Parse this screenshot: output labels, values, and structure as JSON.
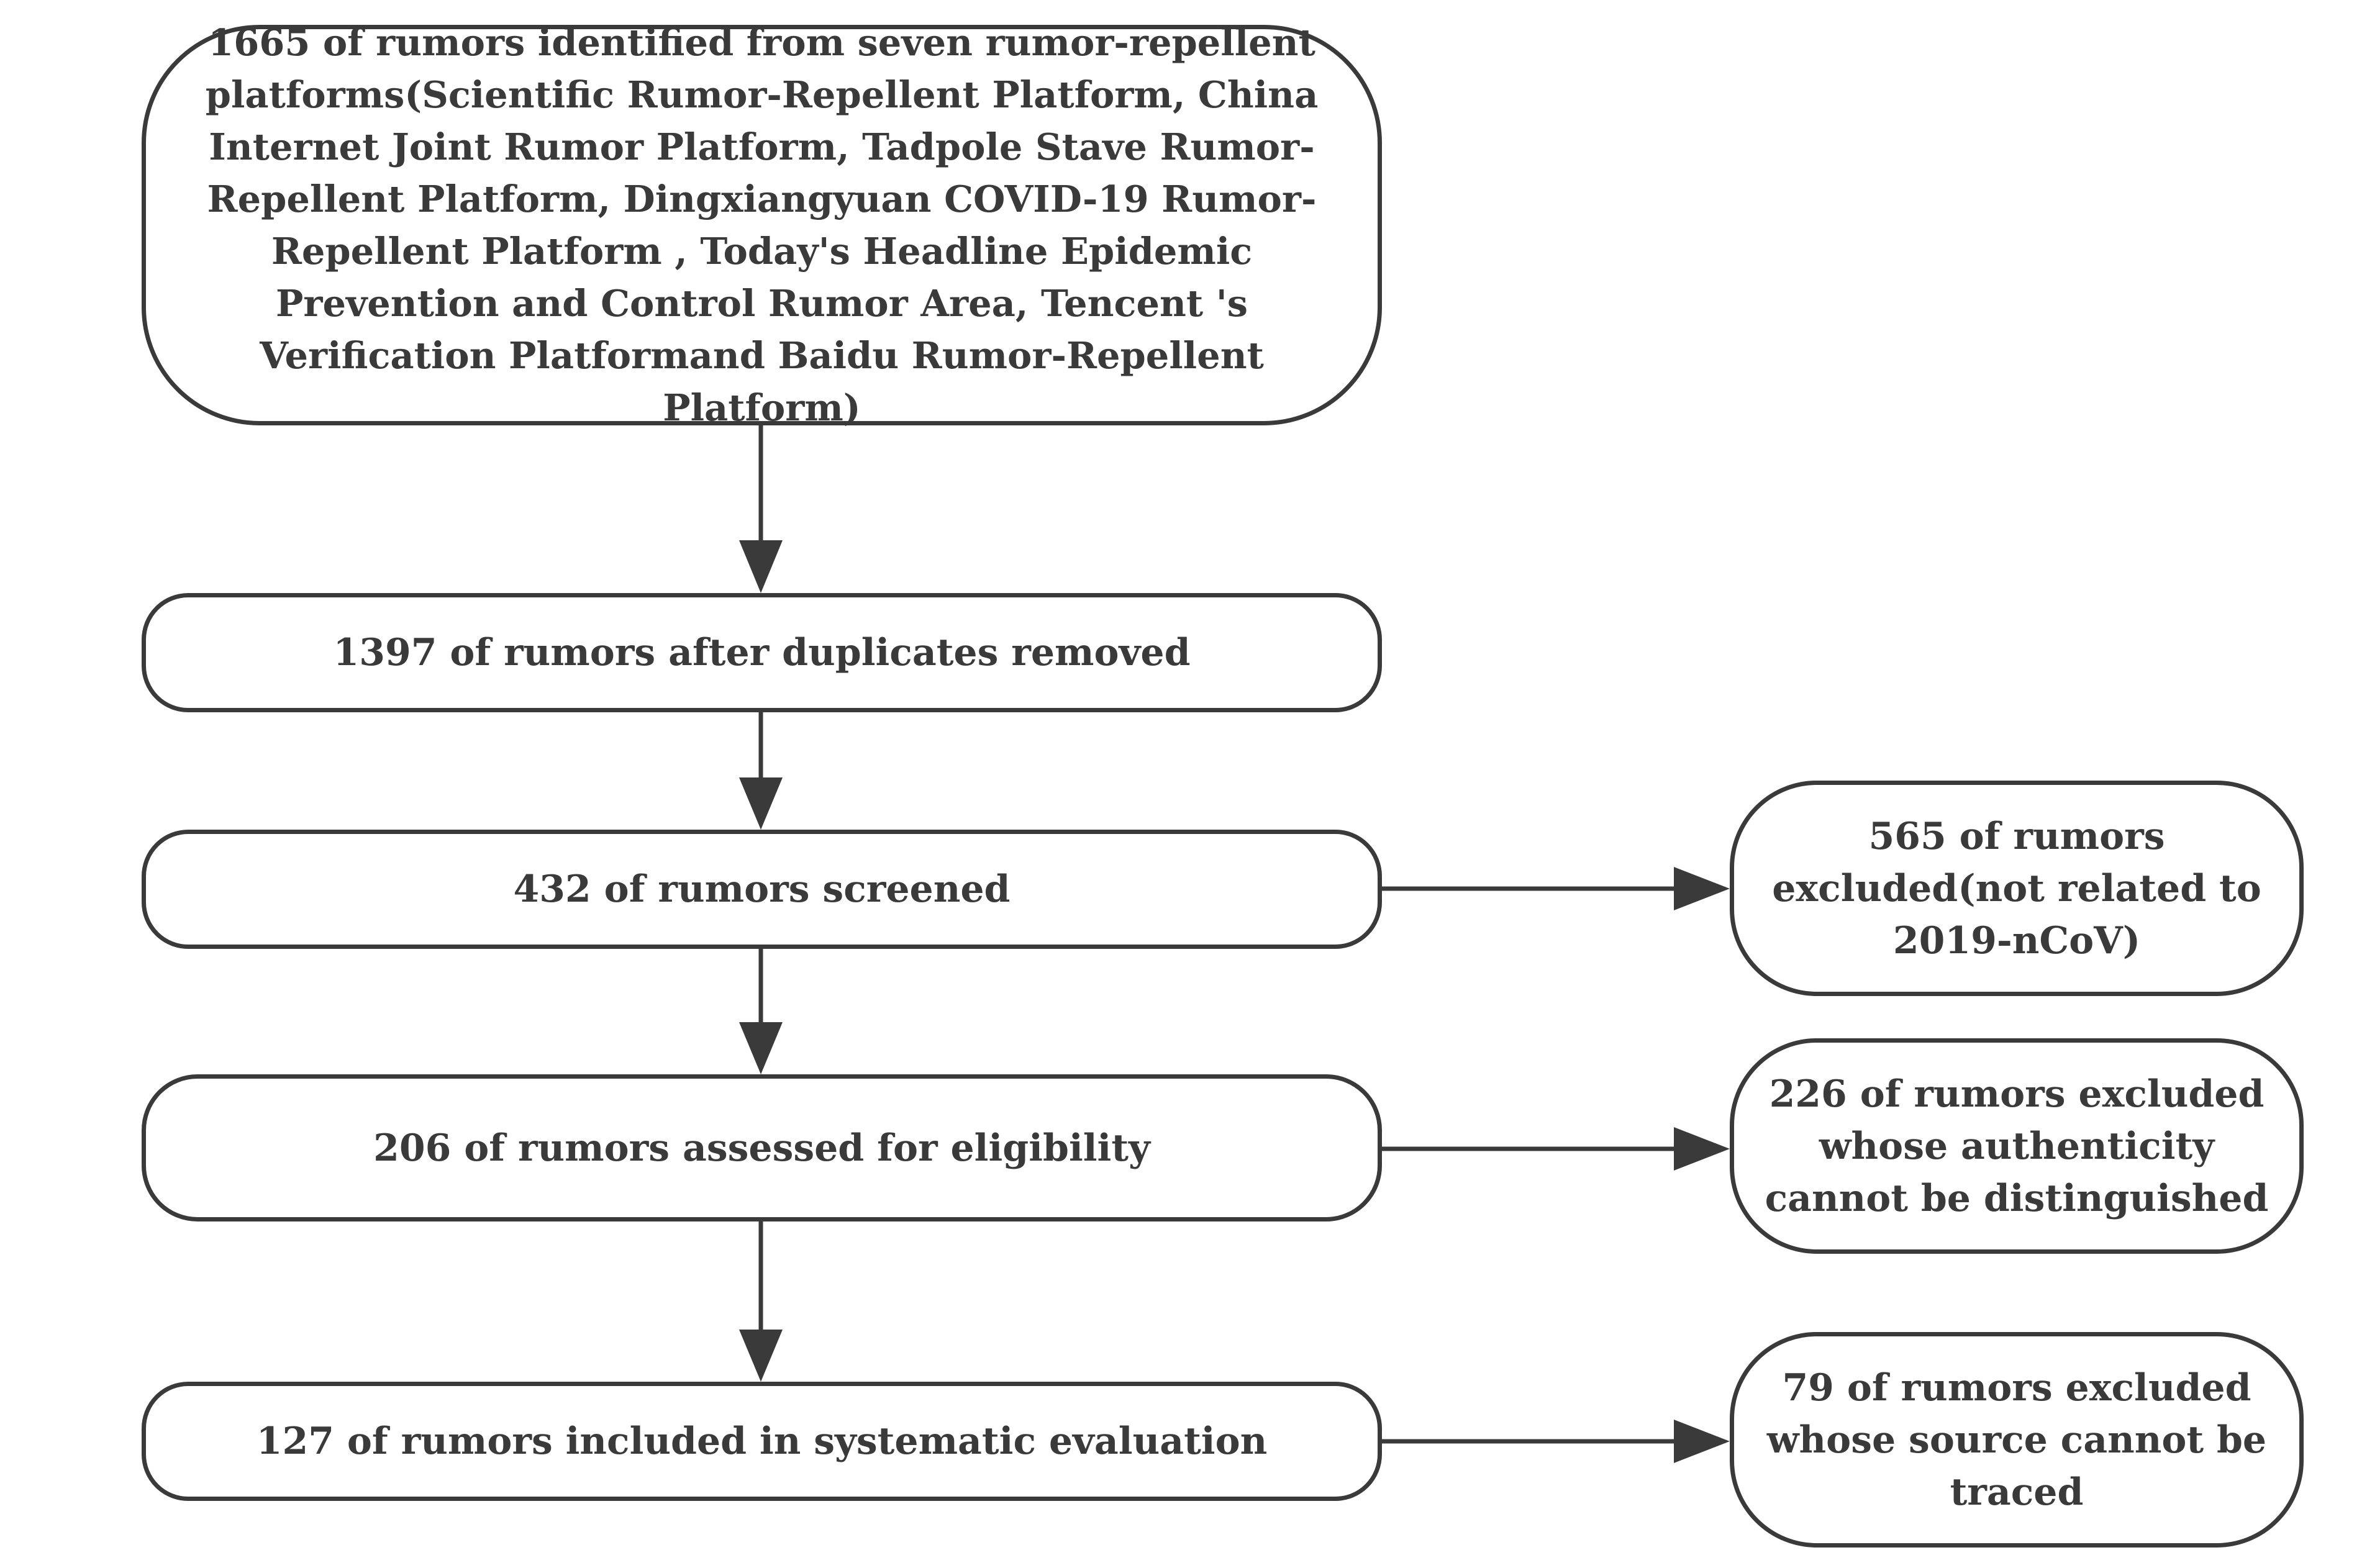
{
  "diagram": {
    "nodes": {
      "start": "1665 of rumors identified from seven rumor-repellent platforms(Scientific Rumor-Repellent Platform, China Internet Joint Rumor Platform, Tadpole Stave Rumor-Repellent Platform, Dingxiangyuan COVID-19 Rumor-Repellent Platform , Today's Headline Epidemic Prevention and Control Rumor Area, Tencent 's Verification Platformand Baidu Rumor-Repellent Platform)",
      "dedup": "1397 of rumors after duplicates removed",
      "screened": "432 of rumors screened",
      "eligibility": "206 of rumors assessed for eligibility",
      "included": "127 of rumors included in systematic evaluation",
      "excluded_1": "565 of rumors excluded(not related to 2019-nCoV)",
      "excluded_2": "226 of rumors excluded whose authenticity cannot be distinguished",
      "excluded_3": "79 of rumors excluded whose source cannot be traced"
    },
    "edges": [
      {
        "from": "start",
        "to": "dedup"
      },
      {
        "from": "dedup",
        "to": "screened"
      },
      {
        "from": "screened",
        "to": "eligibility"
      },
      {
        "from": "eligibility",
        "to": "included"
      },
      {
        "from": "screened",
        "to": "excluded_1"
      },
      {
        "from": "eligibility",
        "to": "excluded_2"
      },
      {
        "from": "included",
        "to": "excluded_3"
      }
    ],
    "colors": {
      "stroke": "#3a3a3a",
      "text": "#3a3a3a",
      "fill": "#ffffff"
    }
  }
}
